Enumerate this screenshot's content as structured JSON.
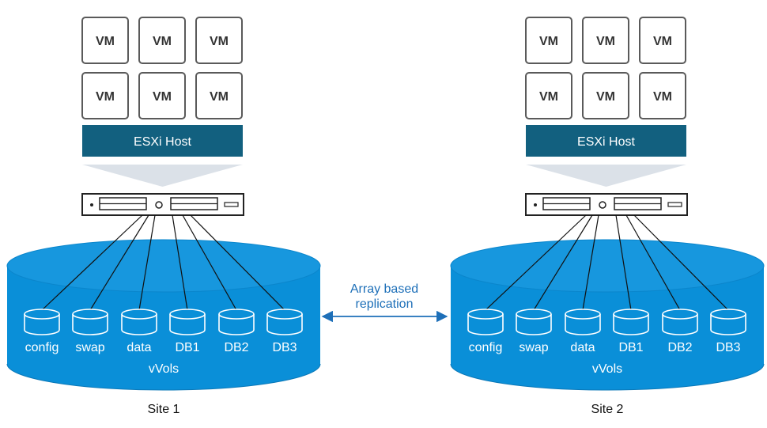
{
  "colors": {
    "vm_border": "#5a5a5a",
    "host_bar": "#12607f",
    "datastore": "#0a8fd8",
    "datastore_top": "#1797de",
    "arrow": "#1d6fb8",
    "funnel": "#dbe1e8"
  },
  "sites": [
    {
      "vms": [
        "VM",
        "VM",
        "VM",
        "VM",
        "VM",
        "VM"
      ],
      "host_label": "ESXi Host",
      "volumes": [
        "config",
        "swap",
        "data",
        "DB1",
        "DB2",
        "DB3"
      ],
      "datastore_label": "vVols",
      "site_label": "Site 1"
    },
    {
      "vms": [
        "VM",
        "VM",
        "VM",
        "VM",
        "VM",
        "VM"
      ],
      "host_label": "ESXi Host",
      "volumes": [
        "config",
        "swap",
        "data",
        "DB1",
        "DB2",
        "DB3"
      ],
      "datastore_label": "vVols",
      "site_label": "Site 2"
    }
  ],
  "replication": {
    "line1": "Array based",
    "line2": "replication"
  }
}
